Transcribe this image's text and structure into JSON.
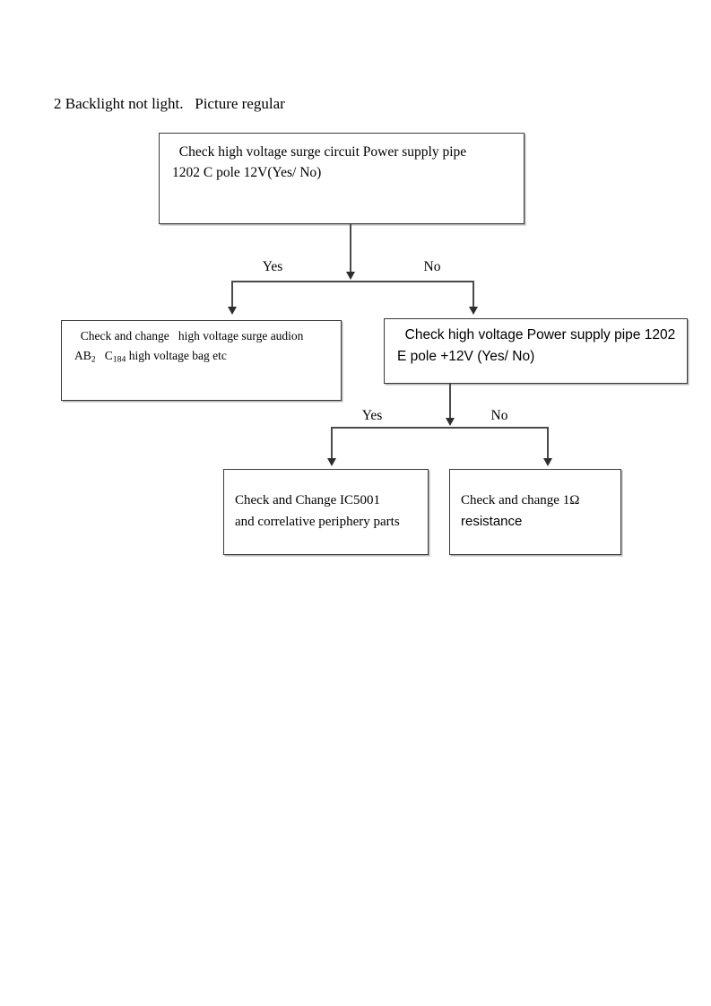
{
  "document": {
    "heading": "2 Backlight not light.   Picture regular"
  },
  "flowchart": {
    "type": "decision-tree",
    "nodes": {
      "root": {
        "line1": "  Check high voltage surge circuit Power supply pipe",
        "line2": "1202 C pole 12V(Yes/ No)",
        "font": "serif"
      },
      "left_branch": {
        "line1": "  Check and change   high voltage surge audion",
        "line2_pre": "AB",
        "line2_sub1": "2",
        "line2_mid": "   C",
        "line2_sub2": "184",
        "line2_post": " high voltage bag etc",
        "font": "serif"
      },
      "right_branch": {
        "line1": "  Check high voltage Power supply pipe 1202",
        "line2": "E pole +12V (Yes/ No)",
        "font": "sans-serif"
      },
      "bottom_left": {
        "line1": "Check and Change IC5001",
        "line2": "and correlative periphery parts",
        "font": "serif"
      },
      "bottom_right": {
        "line1": "Check and change 1Ω",
        "line2": "resistance",
        "font": "mixed-serif-sans"
      }
    },
    "branch_labels": {
      "level1_yes": "Yes",
      "level1_no": "No",
      "level2_yes": "Yes",
      "level2_no": "No"
    }
  },
  "style": {
    "page_background": "#ffffff",
    "text_color": "#000000",
    "box_border_color": "#3a3a3a",
    "connector_color": "#4a4a4a",
    "arrow_color": "#2e2e2e"
  }
}
